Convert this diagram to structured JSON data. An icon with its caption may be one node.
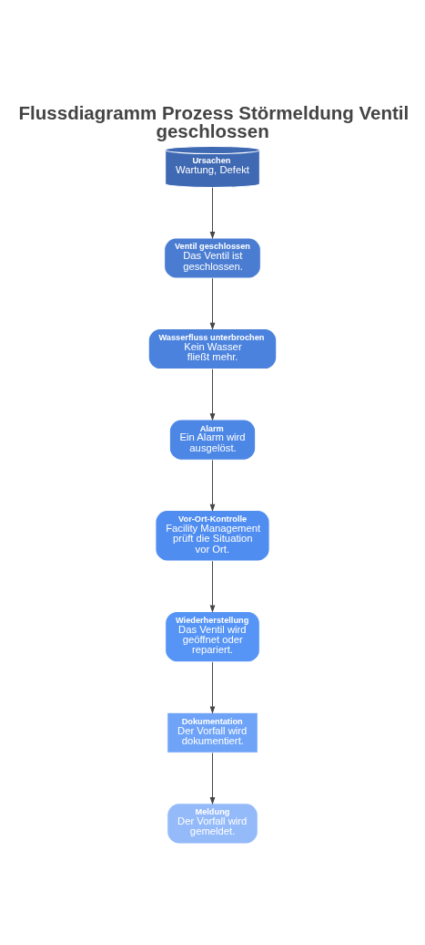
{
  "diagram": {
    "title": "Flussdiagramm Prozess Störmeldung Ventil geschlossen",
    "nodes": [
      {
        "text": [
          "Ursachen",
          "Wartung, Defekt"
        ]
      },
      {
        "text": [
          "Ventil geschlossen",
          "Das Ventil ist geschlossen."
        ]
      },
      {
        "text": [
          "Wasserfluss unterbrochen",
          "Kein Wasser fließt mehr."
        ]
      },
      {
        "text": [
          "Alarm",
          "Ein Alarm wird ausgelöst."
        ]
      },
      {
        "text": [
          "Vor-Ort-Kontrolle",
          "Facility Management prüft die Situation vor Ort."
        ]
      },
      {
        "text": [
          "Wiederherstellung",
          "Das Ventil wird geöffnet oder repariert."
        ]
      },
      {
        "text": [
          "Dokumentation",
          "Der Vorfall wird dokumentiert."
        ]
      },
      {
        "text": [
          "Meldung",
          "Der Vorfall wird gemeldet."
        ]
      }
    ],
    "edges": [
      {
        "from": 0,
        "to": 1,
        "arrow": "to"
      },
      {
        "from": 1,
        "to": 2,
        "arrow": "to"
      },
      {
        "from": 2,
        "to": 3,
        "arrow": "to"
      },
      {
        "from": 3,
        "to": 4,
        "arrow": "to"
      },
      {
        "from": 4,
        "to": 5,
        "arrow": "to"
      },
      {
        "from": 5,
        "to": 6,
        "arrow": "to"
      },
      {
        "from": 6,
        "to": 7,
        "arrow": "to"
      }
    ]
  }
}
